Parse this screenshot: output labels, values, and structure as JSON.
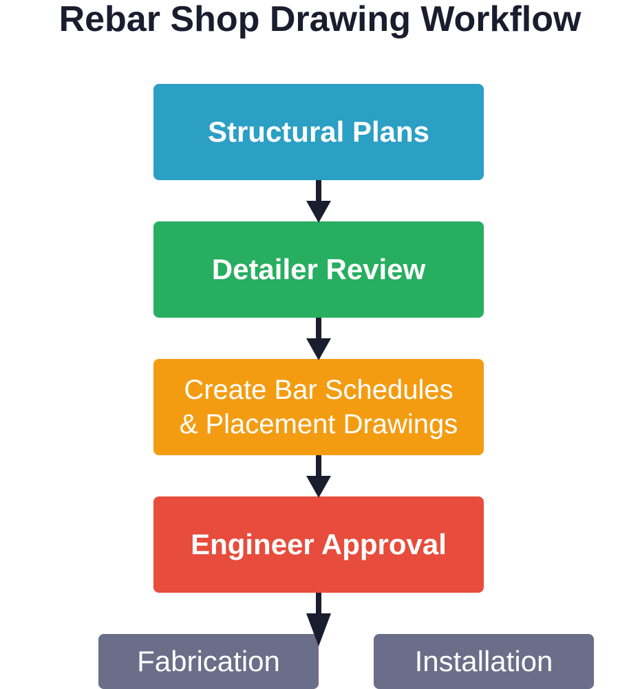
{
  "title": "Rebar Shop Drawing Workflow",
  "nodes": {
    "structural_plans": {
      "label": "Structural Plans",
      "color": "#2b9fc4"
    },
    "detailer_review": {
      "label": "Detailer Review",
      "color": "#27ae60"
    },
    "create_schedules": {
      "label_line1": "Create Bar Schedules",
      "label_line2": "& Placement Drawings",
      "color": "#f39c12"
    },
    "engineer_approval": {
      "label": "Engineer Approval",
      "color": "#e74c3c"
    },
    "fabrication": {
      "label": "Fabrication",
      "color": "#6b6e88"
    },
    "installation": {
      "label": "Installation",
      "color": "#6b6e88"
    }
  },
  "arrow_color": "#1a1d2e"
}
